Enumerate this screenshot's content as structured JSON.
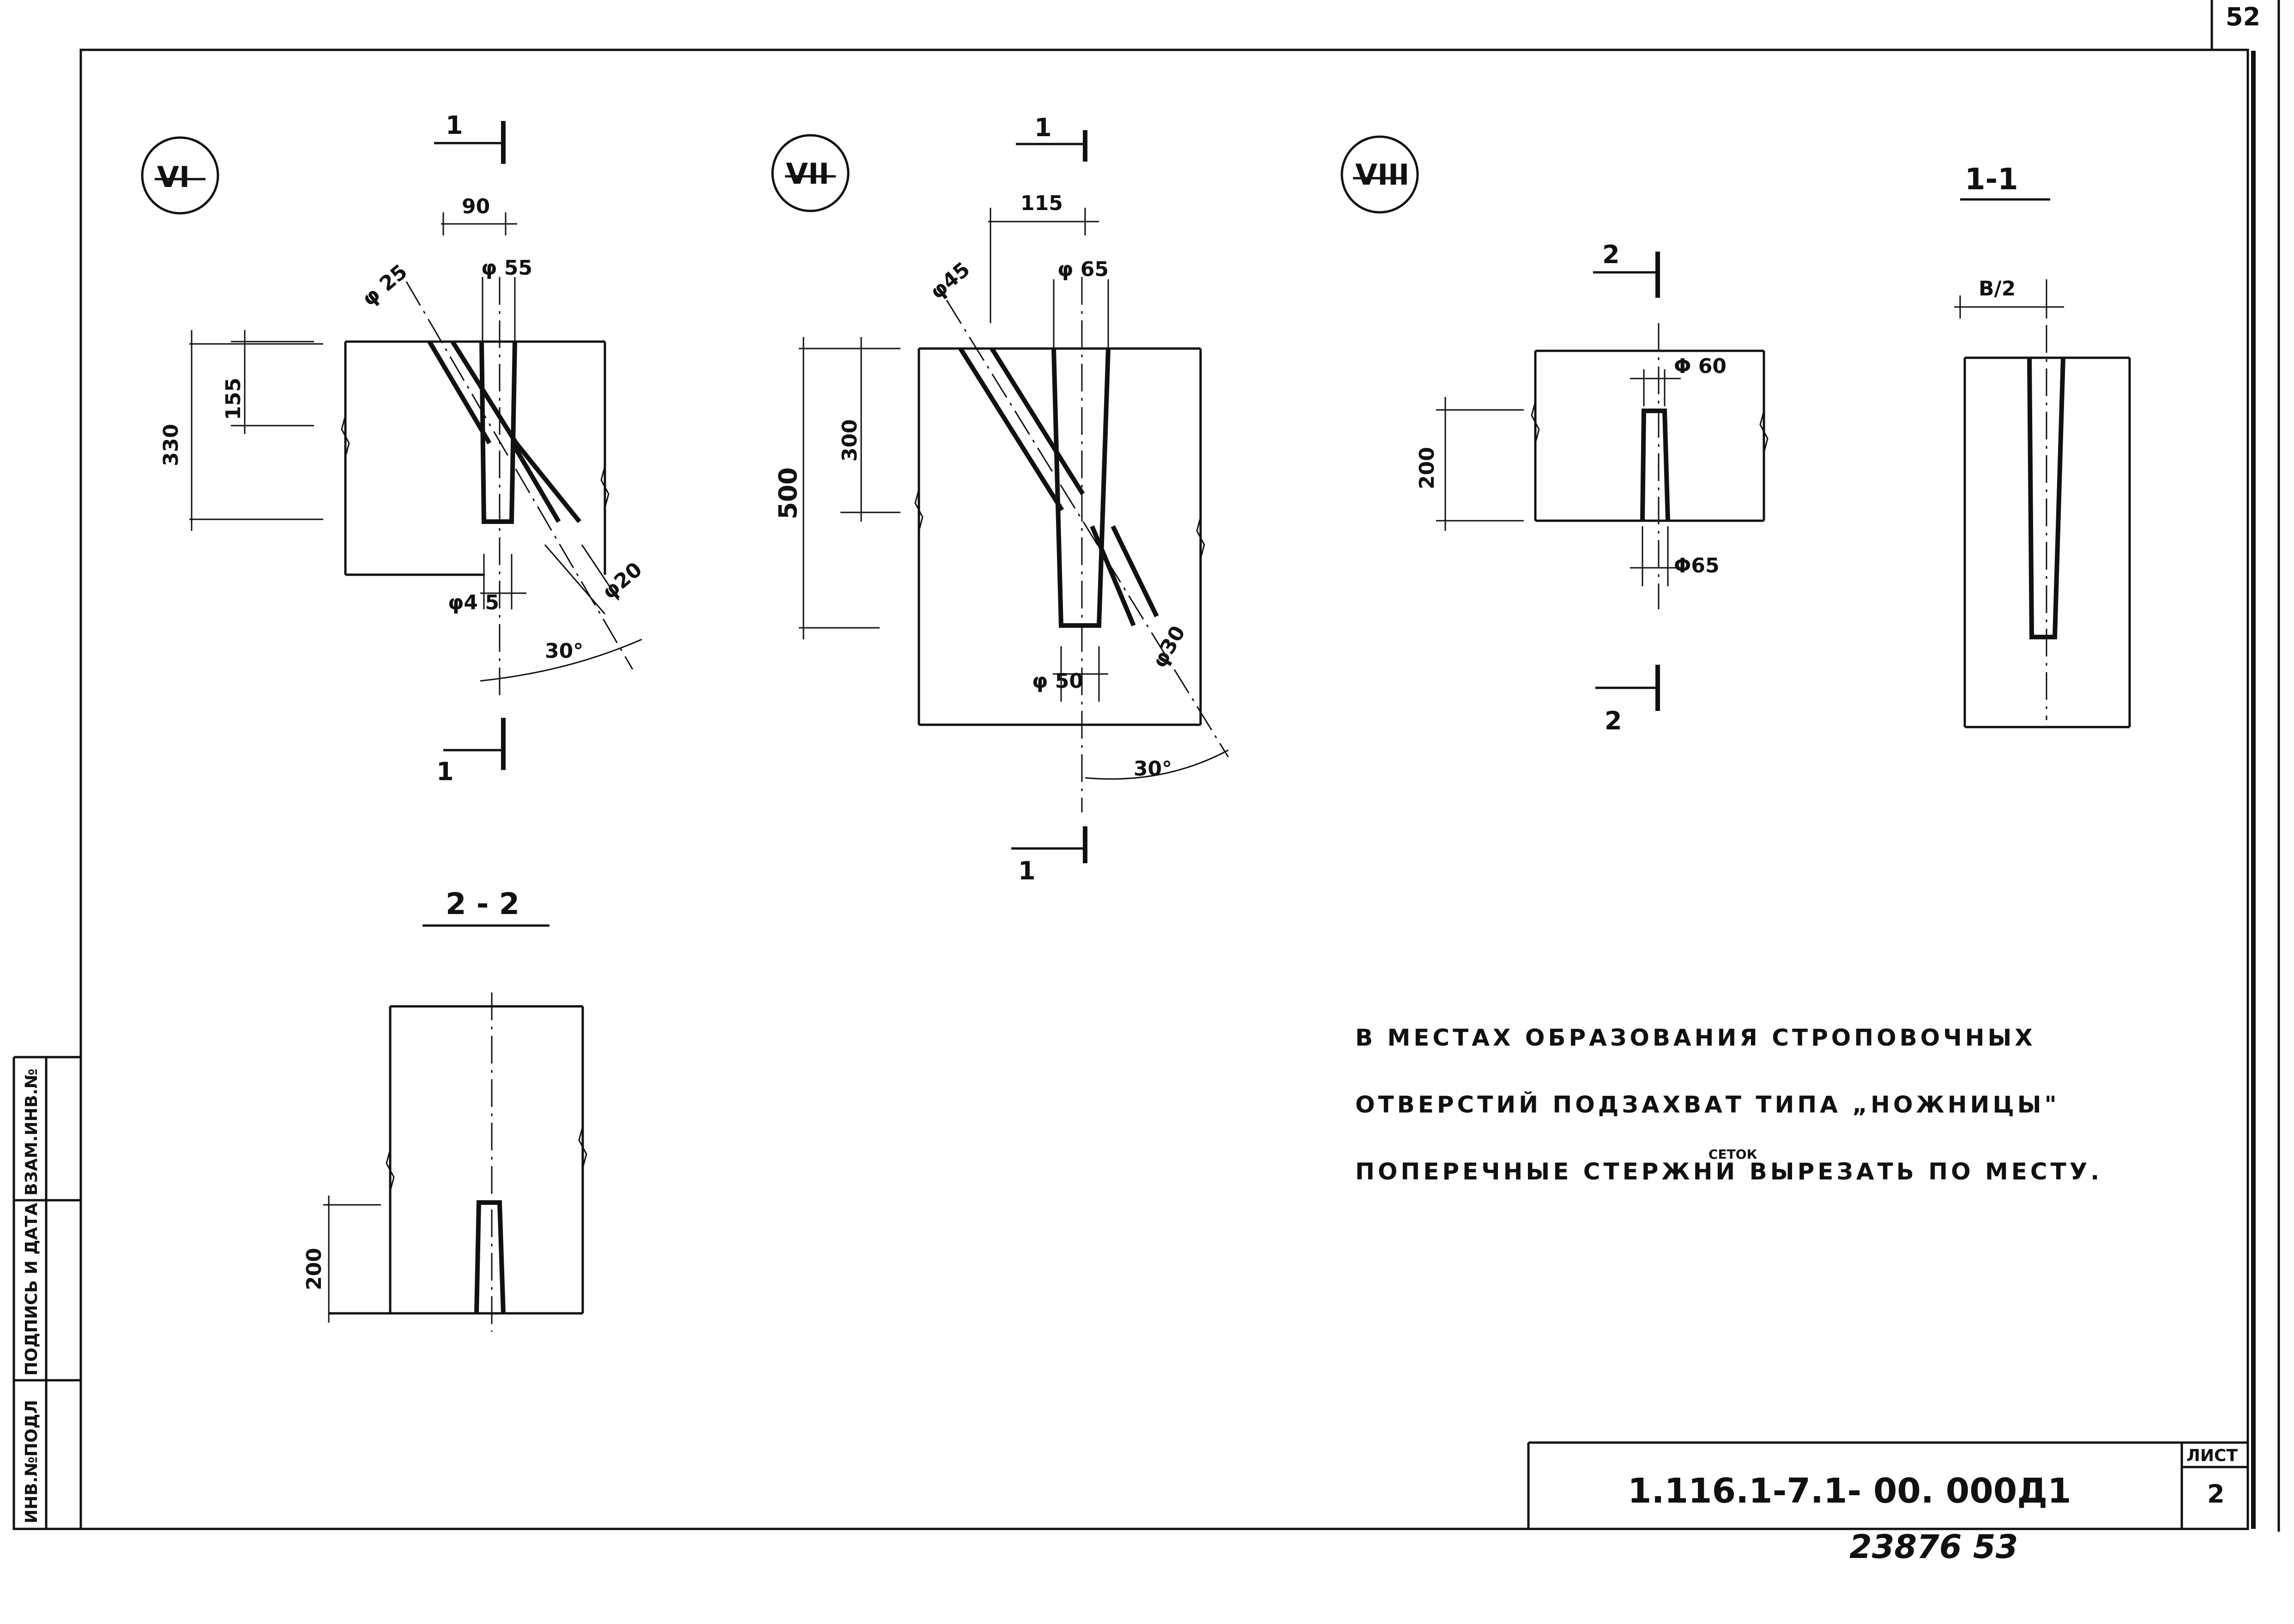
{
  "page_number": "52",
  "details": {
    "vi": {
      "label": "VI",
      "cut_mark": "1",
      "dims": {
        "width_90": "90",
        "dia_25": "φ 25",
        "dia_55": "φ 55",
        "h_155": "155",
        "h_330": "330",
        "dia_45": "φ4 5",
        "dia_20": "φ20",
        "angle": "30°"
      }
    },
    "vii": {
      "label": "VII",
      "cut_mark": "1",
      "dims": {
        "width_115": "115",
        "dia_45": "φ45",
        "dia_65": "φ 65",
        "h_300": "300",
        "h_500": "500",
        "dia_50": "φ 50",
        "dia_30": "φ30",
        "angle": "30°"
      }
    },
    "viii": {
      "label": "VIII",
      "cut_mark": "2",
      "dims": {
        "h_200": "200",
        "dia_60": "Φ 60",
        "dia_65": "Φ65"
      }
    }
  },
  "section_1_1": {
    "title": "1-1",
    "dim": "B/2"
  },
  "section_2_2": {
    "title": "2 - 2",
    "dim": "200"
  },
  "note": {
    "line1": "В МЕСТАХ ОБРАЗОВАНИЯ СТРОПОВОЧНЫХ",
    "line2": "ОТВЕРСТИЙ ПОДЗАХВАТ ТИПА „НОЖНИЦЫ\"",
    "line3": "ПОПЕРЕЧНЫЕ СТЕРЖНИ ВЫРЕЗАТЬ ПО МЕСТУ.",
    "insert": "СЕТОК"
  },
  "title_block": {
    "code": "1.116.1-7.1- 00. 000Д1",
    "sheet_label": "ЛИСТ",
    "sheet_number": "2"
  },
  "side_stamp": {
    "col1": "ИНВ.№ПОДЛ",
    "col2": "ПОДПИСЬ И ДАТА",
    "col3": "ВЗАМ.ИНВ.№"
  },
  "handwritten": "23876  53"
}
